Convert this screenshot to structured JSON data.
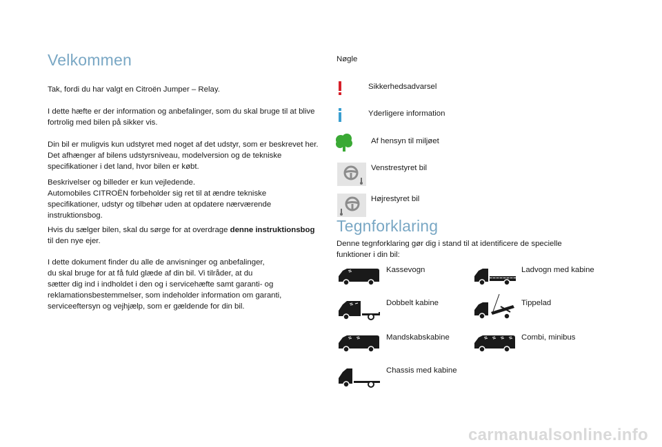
{
  "left": {
    "title": "Velkommen",
    "p1": "Tak, fordi du har valgt en Citroën Jumper – Relay.",
    "p2": "I dette hæfte er der information og anbefalinger, som du skal bruge til at blive fortrolig med bilen på sikker vis.",
    "p3": "Din bil er muligvis kun udstyret med noget af det udstyr, som er beskrevet her. Det afhænger af bilens udstyrsniveau, modelversion og de tekniske specifikationer i det land, hvor bilen er købt.",
    "p4_line1": "Beskrivelser og billeder er kun vejledende.",
    "p4_line2": "Automobiles CITROËN forbeholder sig ret til at ændre tekniske specifikationer, udstyr og tilbehør uden at opdatere nærværende instruktionsbog.",
    "p5_prefix": "Hvis du sælger bilen, skal du sørge for at overdrage ",
    "p5_bold": "denne instruktionsbog",
    "p5_suffix": " til den nye ejer.",
    "p6_line1": "I dette dokument finder du alle de anvisninger og anbefalinger,",
    "p6_line2": "du skal bruge for at få fuld glæde af din bil. Vi tilråder, at du",
    "p6_line3": "sætter dig ind i indholdet i den og i servicehæfte samt garanti- og reklamationsbestemmelser, som indeholder information om garanti, serviceeftersyn og vejhjælp, som er gældende for din bil."
  },
  "key": {
    "title": "Nøgle",
    "items": [
      {
        "label": "Sikkerhedsadvarsel",
        "icon": "exclamation-icon",
        "color": "#d6202a"
      },
      {
        "label": "Yderligere information",
        "icon": "info-icon",
        "color": "#3a9fd0"
      },
      {
        "label": "Af hensyn til miljøet",
        "icon": "tree-icon",
        "color": "#3aa935"
      },
      {
        "label": "Venstrestyret bil",
        "icon": "steering-wheel-left-icon",
        "color": "#9a9a9a"
      },
      {
        "label": "Højrestyret bil",
        "icon": "steering-wheel-right-icon",
        "color": "#9a9a9a"
      }
    ]
  },
  "legend": {
    "title": "Tegnforklaring",
    "intro": "Denne tegnforklaring gør dig i stand til at identificere de specielle funktioner i din bil:",
    "vehicles": [
      {
        "label": "Kassevogn",
        "icon": "panel-van-icon"
      },
      {
        "label": "Ladvogn med kabine",
        "icon": "platform-cab-icon"
      },
      {
        "label": "Dobbelt kabine",
        "icon": "double-cab-icon"
      },
      {
        "label": "Tippelad",
        "icon": "tipper-icon"
      },
      {
        "label": "Mandskabskabine",
        "icon": "crew-cab-icon"
      },
      {
        "label": "Combi, minibus",
        "icon": "minibus-icon"
      },
      {
        "label": "Chassis med kabine",
        "icon": "chassis-cab-icon"
      }
    ]
  },
  "watermark": "carmanualsonline.info"
}
